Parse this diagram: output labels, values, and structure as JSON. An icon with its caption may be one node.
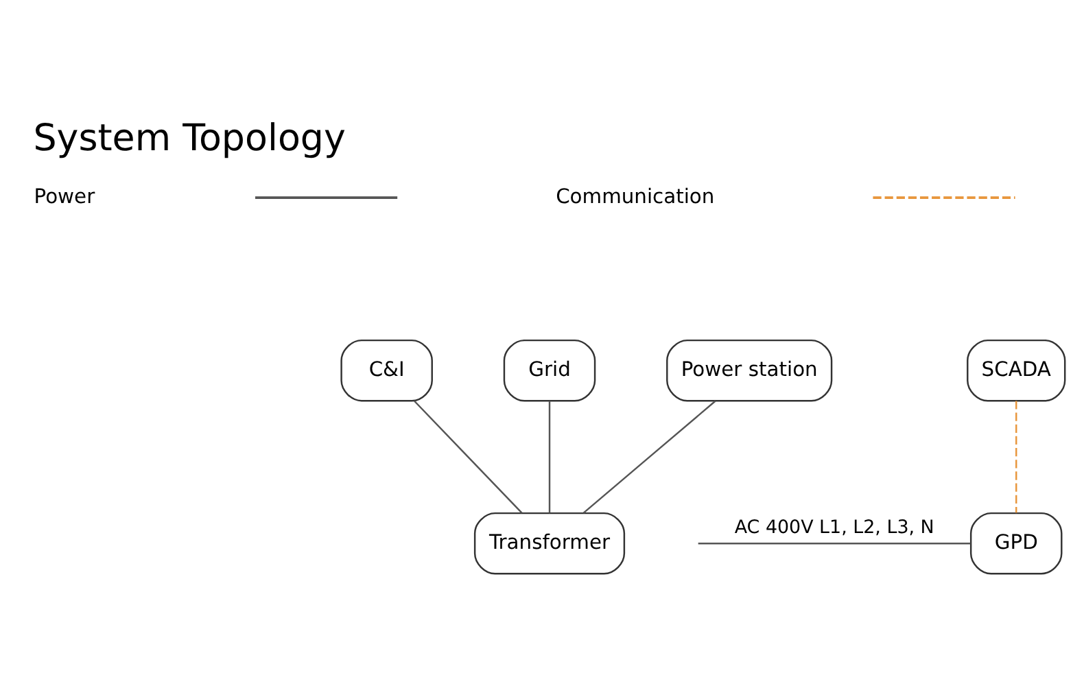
{
  "diagram": {
    "title": "System Topology",
    "nodes": [
      {
        "text": [
          "C&I"
        ]
      },
      {
        "text": [
          "Grid"
        ]
      },
      {
        "text": [
          "Power station"
        ]
      },
      {
        "text": [
          "SCADA"
        ]
      },
      {
        "text": [
          "Transformer"
        ]
      },
      {
        "text": [
          "GPD"
        ]
      }
    ],
    "edges": [
      {
        "from": 0,
        "to": 4,
        "arrow": "none"
      },
      {
        "from": 1,
        "to": 4,
        "arrow": "none"
      },
      {
        "from": 2,
        "to": 4,
        "arrow": "none"
      },
      {
        "from": 3,
        "to": 5,
        "arrow": "none",
        "style": "dashed",
        "color": "#e8963c"
      },
      {
        "from": null,
        "to": 5,
        "arrow": "none",
        "label": "AC 400V L1, L2, L3, N"
      }
    ],
    "legend": [
      {
        "text": "Power"
      },
      {
        "text": "Communication"
      }
    ]
  }
}
